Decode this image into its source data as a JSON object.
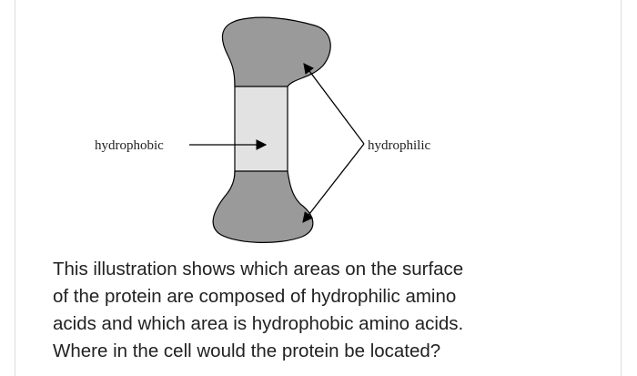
{
  "diagram": {
    "label_left": "hydrophobic",
    "label_right": "hydrophilic",
    "colors": {
      "hydrophilic_fill": "#9a9a9a",
      "hydrophobic_fill": "#e2e2e2",
      "stroke": "#000000"
    }
  },
  "question": {
    "lines": [
      "This illustration shows which areas on the surface",
      "of the protein are composed of hydrophilic amino",
      "acids and which area is hydrophobic amino acids.",
      "Where in the cell would the protein be located?"
    ]
  }
}
